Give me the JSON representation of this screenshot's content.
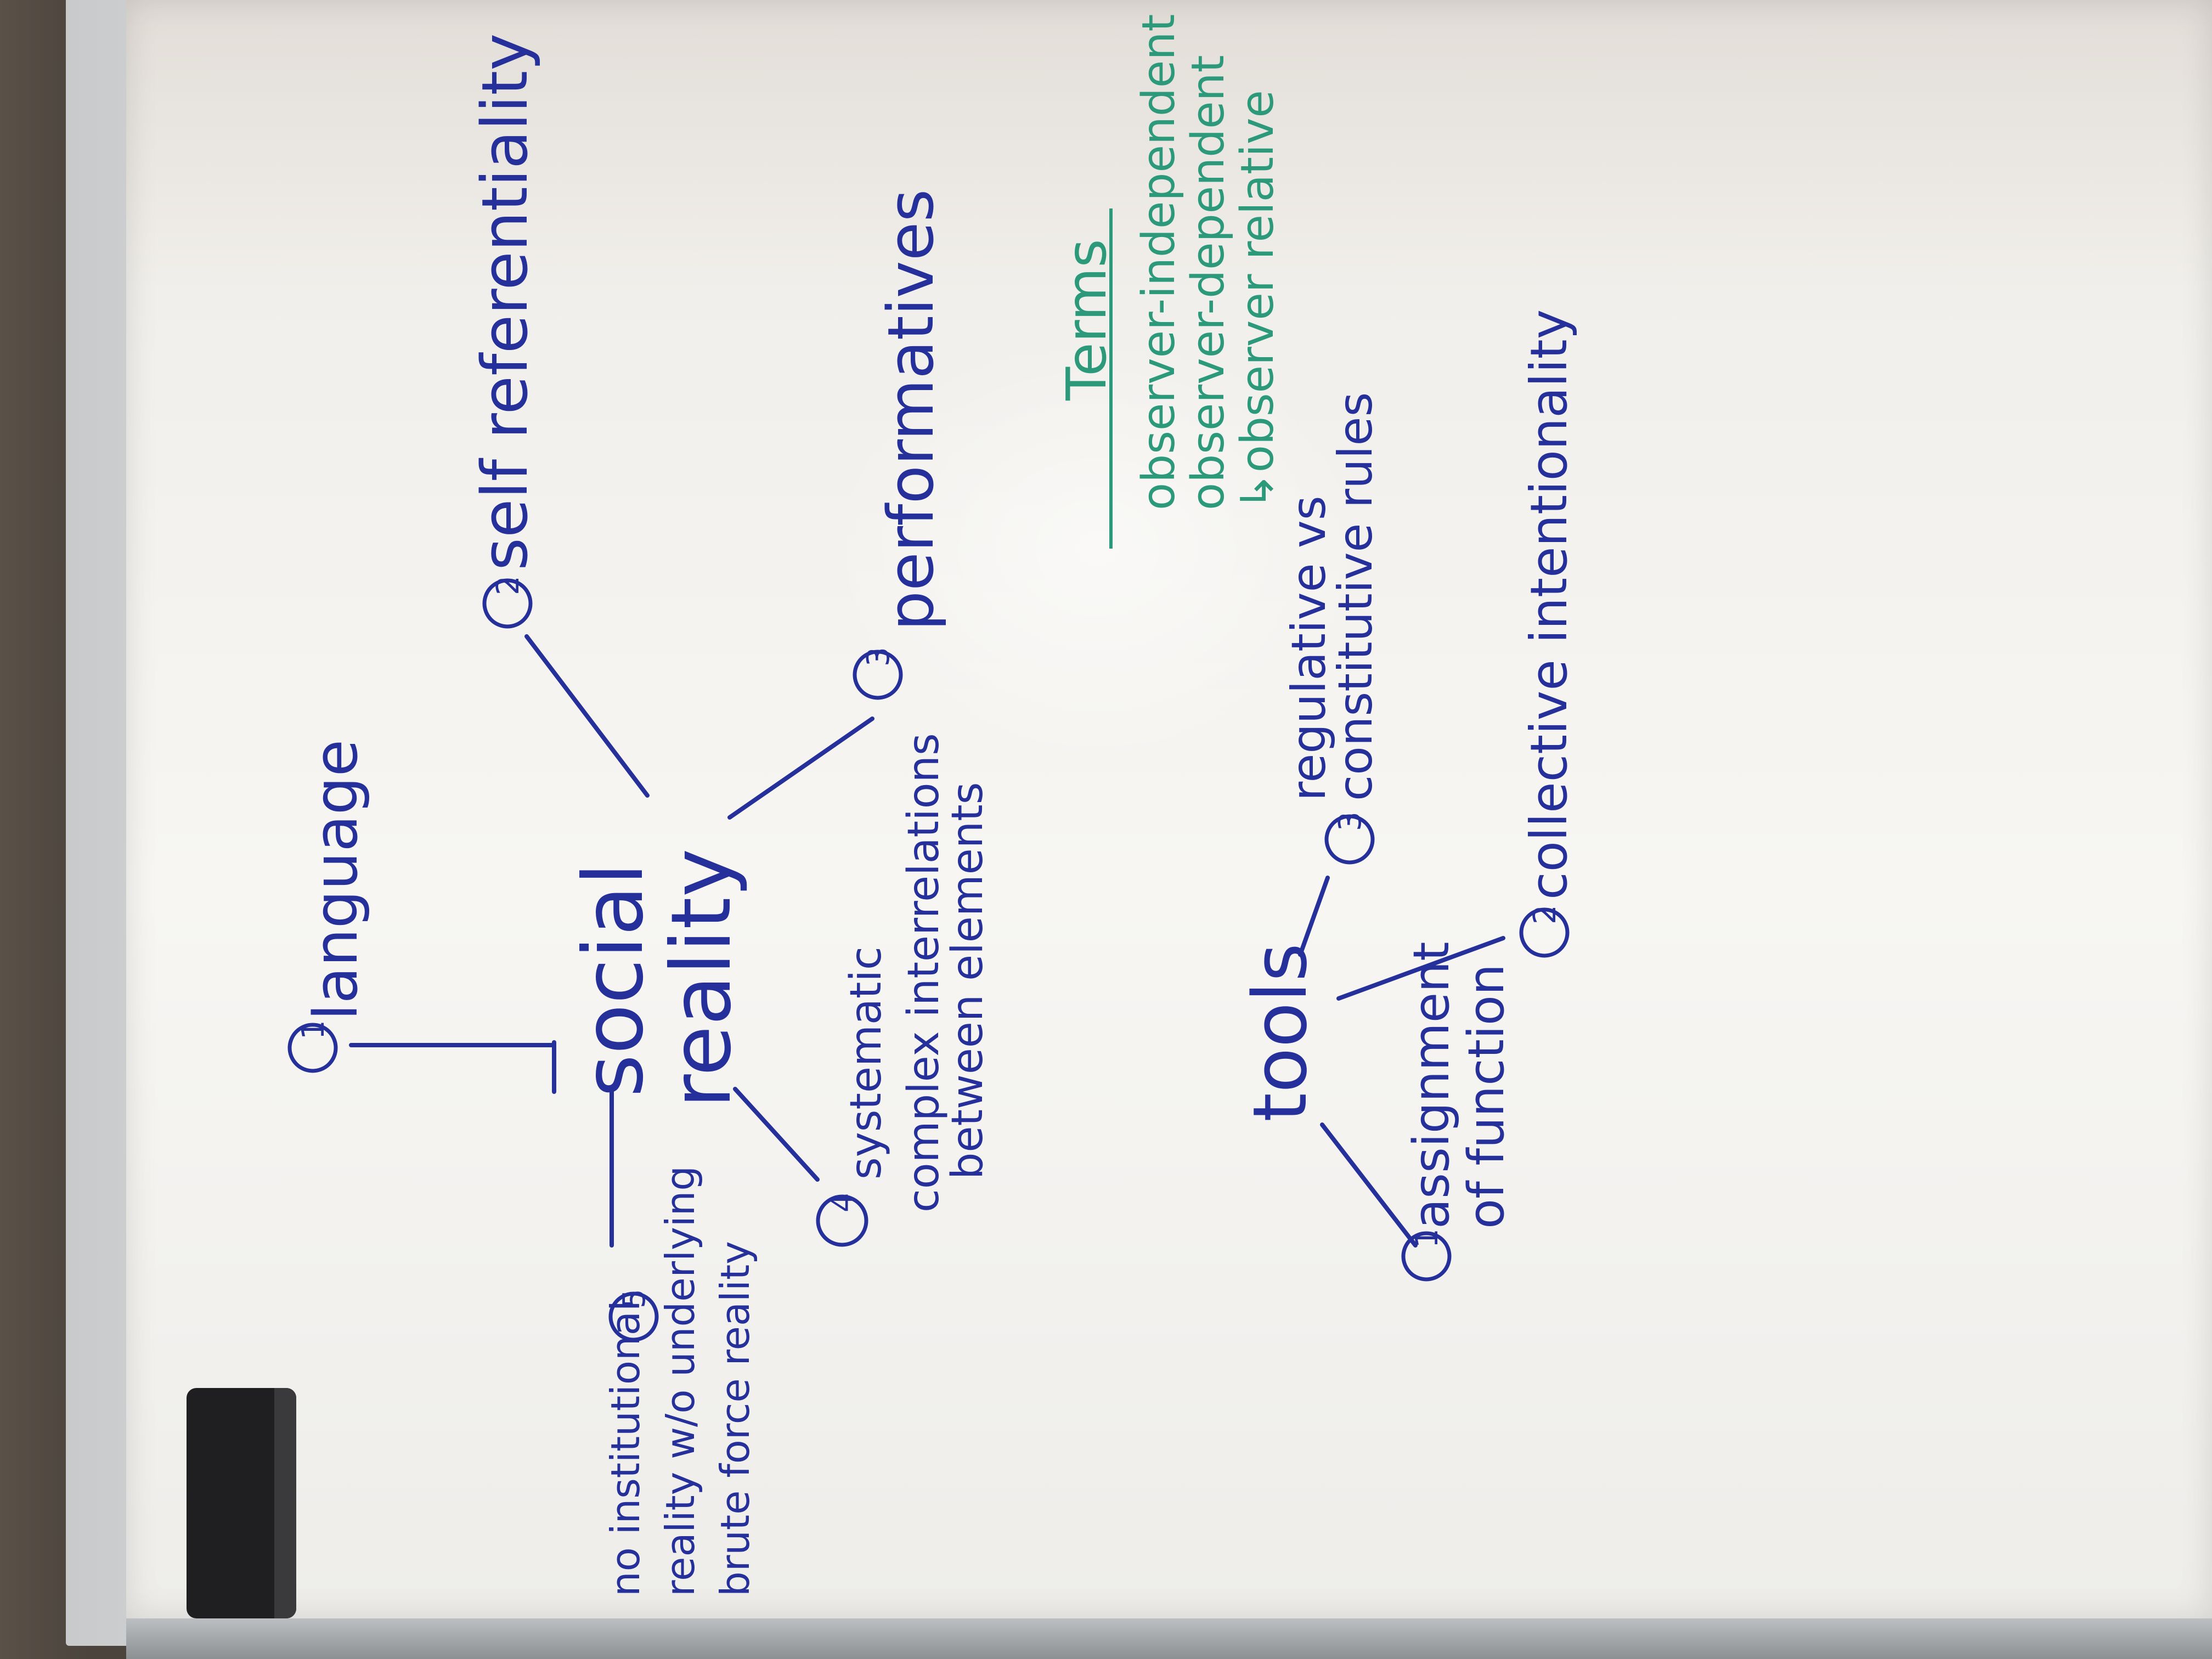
{
  "whiteboard": {
    "center": {
      "line1": "social",
      "line2": "reality"
    },
    "branches": [
      {
        "num": "1",
        "text": "language"
      },
      {
        "num": "2",
        "text": "self referentiality"
      },
      {
        "num": "3",
        "text": "performatives"
      },
      {
        "num": "4",
        "lines": [
          "systematic",
          "complex interrelations",
          "between elements"
        ]
      },
      {
        "num": "5",
        "lines": [
          "no institutional",
          "reality w/o underlying",
          "brute force reality"
        ]
      }
    ],
    "tools": {
      "title": "tools",
      "items": [
        {
          "num": "1",
          "lines": [
            "assignment",
            "of function"
          ]
        },
        {
          "num": "2",
          "lines": [
            "collective intentionality"
          ]
        },
        {
          "num": "3",
          "lines": [
            "regulative vs",
            "constitutive rules"
          ]
        }
      ]
    },
    "terms": {
      "title": "Terms",
      "lines": [
        "observer-independent",
        "observer-dependent",
        "↳observer relative"
      ]
    }
  }
}
